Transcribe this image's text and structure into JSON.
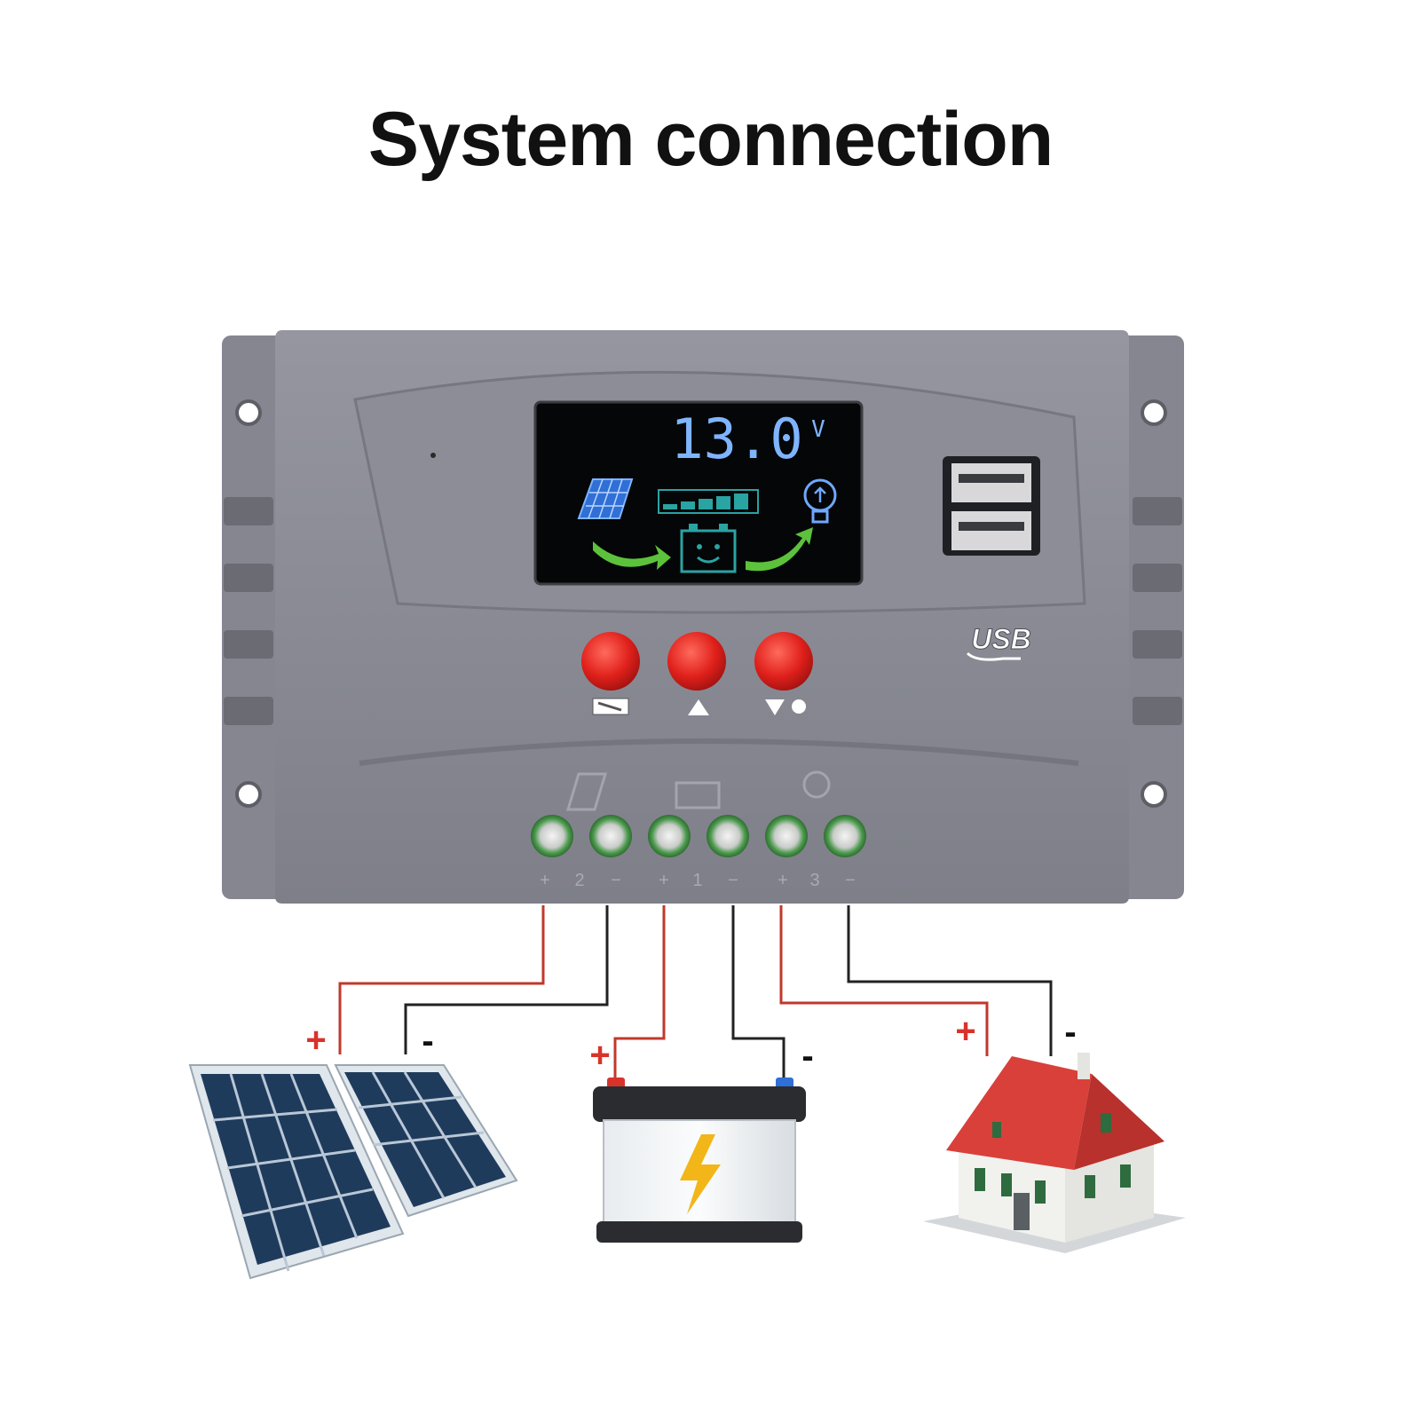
{
  "title": "System connection",
  "display": {
    "reading": "13.0",
    "unit": "V"
  },
  "usb_label": "USB",
  "terminals": {
    "solar": {
      "plus": "+",
      "number": "2",
      "minus": "−"
    },
    "battery": {
      "plus": "+",
      "number": "1",
      "minus": "−"
    },
    "load": {
      "plus": "+",
      "number": "3",
      "minus": "−"
    }
  },
  "wire_polarity": {
    "solar_plus": "+",
    "solar_minus": "-",
    "battery_plus": "+",
    "battery_minus": "-",
    "load_plus": "+",
    "load_minus": "-"
  },
  "colors": {
    "housing": "#8a8a94",
    "positive_wire": "#c0392b",
    "negative_wire": "#222222",
    "button": "#e0201b",
    "lcd_digits": "#7fb4ff"
  }
}
